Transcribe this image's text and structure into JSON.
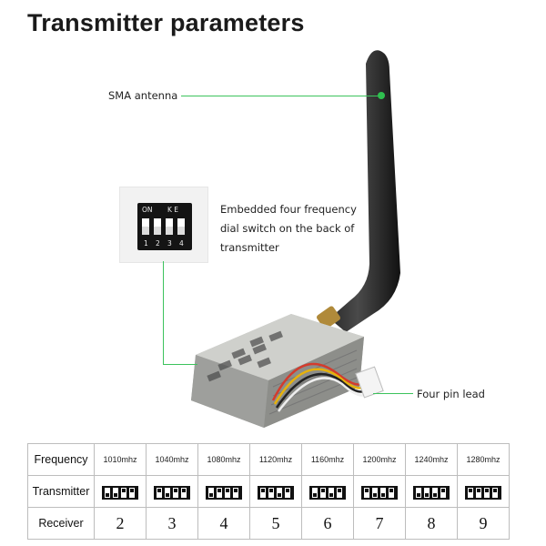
{
  "title": "Transmitter parameters",
  "callouts": {
    "antenna": "SMA antenna",
    "switch_line1": "Embedded four frequency",
    "switch_line2": "dial switch on the back of",
    "switch_line3": "transmitter",
    "lead": "Four pin lead"
  },
  "dip_switch": {
    "label_on": "ON",
    "label_ke": "K E",
    "numbers": [
      "1",
      "2",
      "3",
      "4"
    ]
  },
  "table": {
    "row_labels": [
      "Frequency",
      "Transmitter",
      "Receiver"
    ],
    "frequencies": [
      "1010mhz",
      "1040mhz",
      "1080mhz",
      "1120mhz",
      "1160mhz",
      "1200mhz",
      "1240mhz",
      "1280mhz"
    ],
    "receiver_channels": [
      "2",
      "3",
      "4",
      "5",
      "6",
      "7",
      "8",
      "9"
    ],
    "switch_patterns": [
      [
        "up",
        "up",
        "down",
        "down"
      ],
      [
        "down",
        "up",
        "down",
        "down"
      ],
      [
        "up",
        "down",
        "down",
        "down"
      ],
      [
        "down",
        "down",
        "up",
        "down"
      ],
      [
        "up",
        "down",
        "up",
        "down"
      ],
      [
        "down",
        "up",
        "up",
        "down"
      ],
      [
        "up",
        "up",
        "up",
        "down"
      ],
      [
        "down",
        "down",
        "down",
        "down"
      ]
    ]
  },
  "colors": {
    "leader_line": "#3cc35c",
    "antenna": "#1c1c1c",
    "module": "#a9aaa7"
  }
}
